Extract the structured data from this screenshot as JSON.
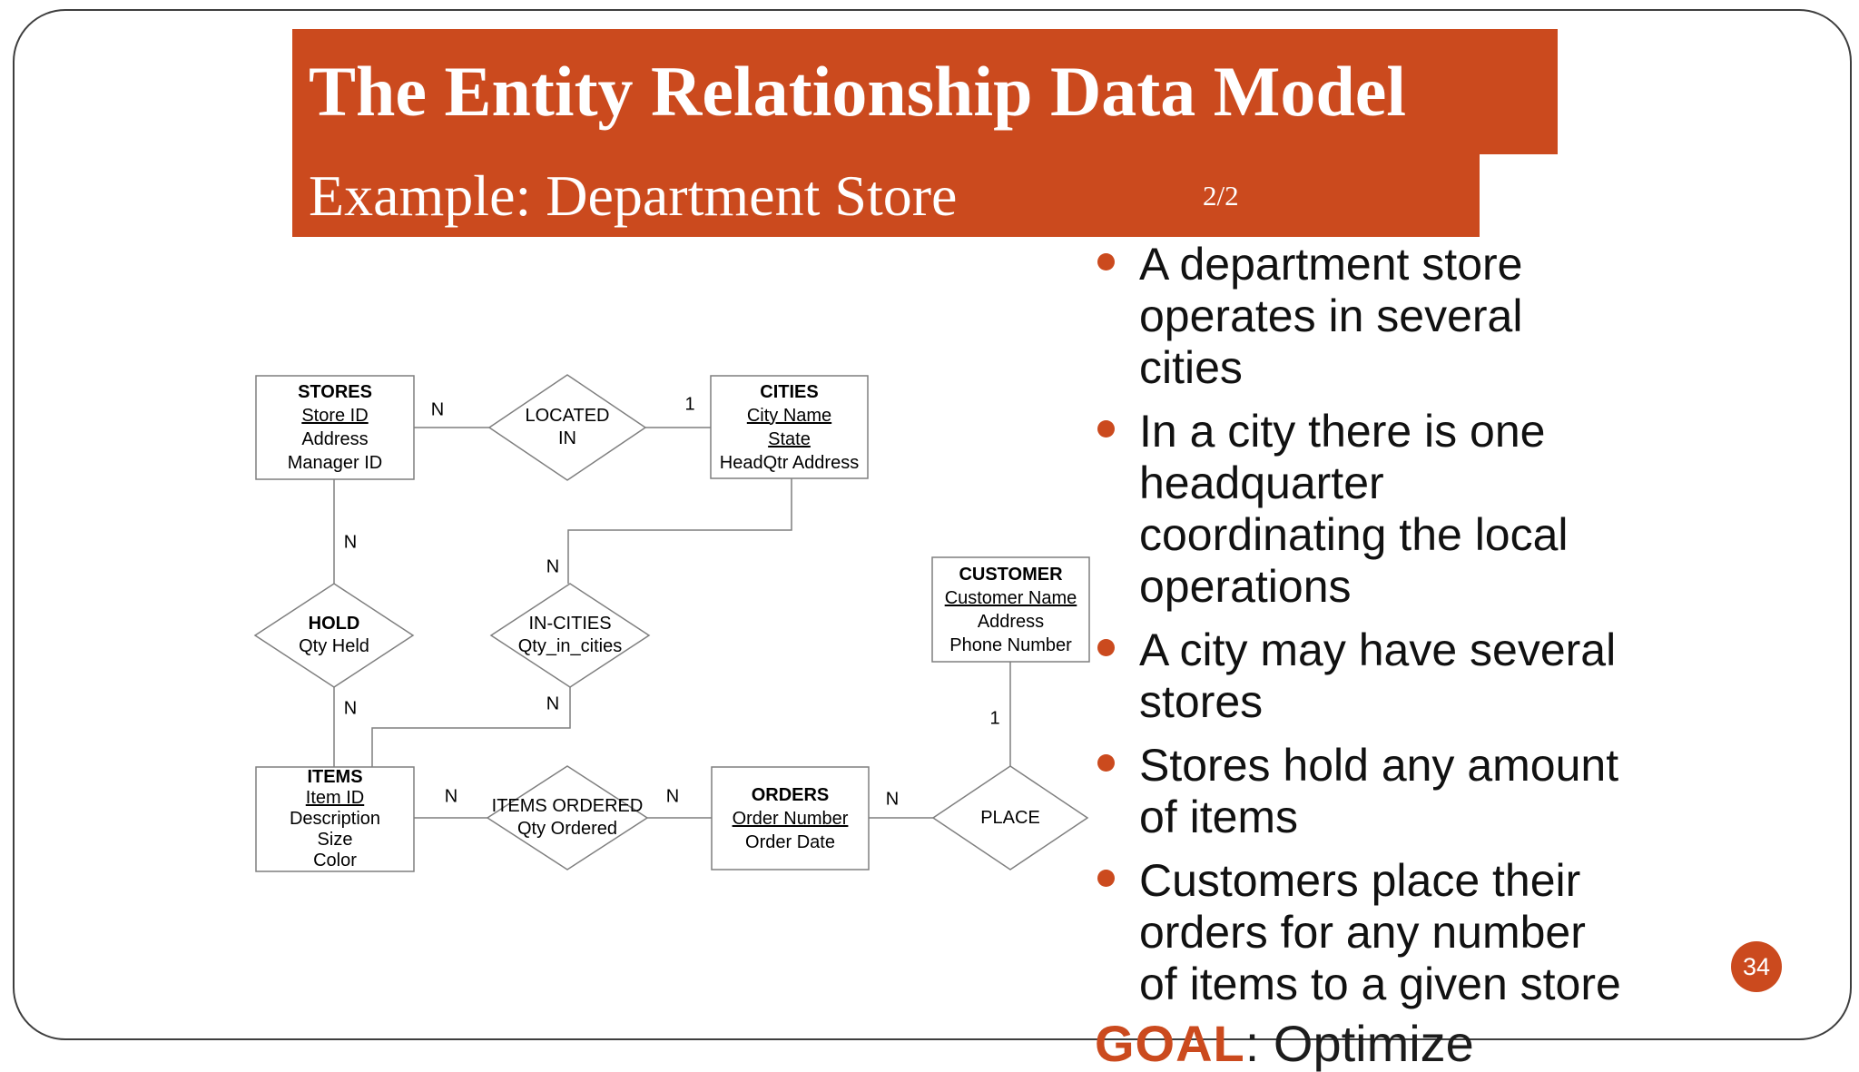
{
  "slide": {
    "title": "The Entity Relationship Data Model",
    "subtitle": "Example: Department Store",
    "slide_part": "2/2",
    "page_number": "34",
    "accent_color": "#cb4a1e",
    "goal_label": "GOAL",
    "goal_text": ": Optimize"
  },
  "bullets": [
    "A department store\noperates in several\ncities",
    "In a city there is one\nheadquarter\ncoordinating the local\noperations",
    "A city may have several\nstores",
    "Stores hold any amount\nof items",
    "Customers place their\norders for any number\nof items to a given store"
  ],
  "diagram": {
    "entities": [
      {
        "title": "STORES",
        "attrs": [
          "Store ID",
          "Address",
          "Manager ID"
        ]
      },
      {
        "title": "CITIES",
        "attrs": [
          "City Name",
          "State",
          "HeadQtr Address"
        ]
      },
      {
        "title": "CUSTOMER",
        "attrs": [
          "Customer Name",
          "Address",
          "Phone Number"
        ]
      },
      {
        "title": "ITEMS",
        "attrs": [
          "Item ID",
          "Description",
          "Size",
          "Color"
        ]
      },
      {
        "title": "ORDERS",
        "attrs": [
          "Order Number",
          "Order Date"
        ]
      }
    ],
    "relationships": [
      {
        "name": "LOCATED",
        "name2": "IN"
      },
      {
        "name": "HOLD",
        "attr": "Qty Held"
      },
      {
        "name": "IN-CITIES",
        "attr": "Qty_in_cities"
      },
      {
        "name": "ITEMS ORDERED",
        "attr": "Qty Ordered"
      },
      {
        "name": "PLACE"
      }
    ],
    "cardinalities": [
      "N",
      "1",
      "N",
      "N",
      "N",
      "N",
      "N",
      "N",
      "N",
      "1"
    ]
  }
}
